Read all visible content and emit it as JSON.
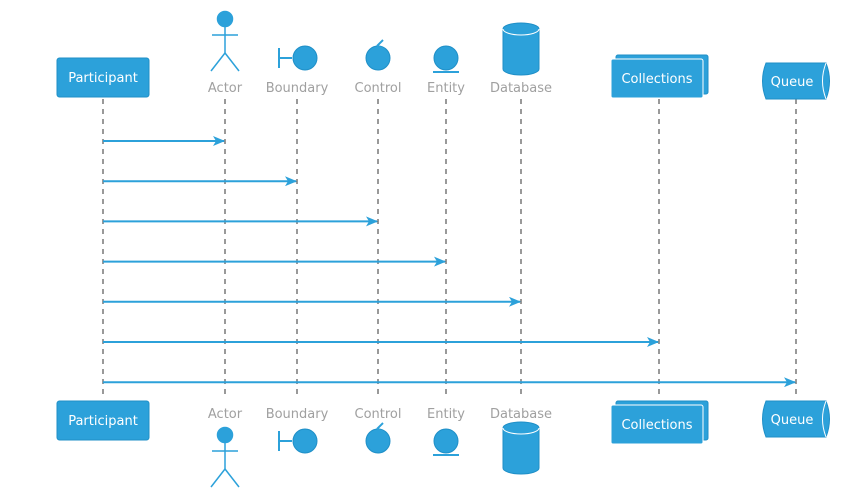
{
  "diagram": {
    "participants": [
      {
        "id": "participant",
        "kind": "participant",
        "label": "Participant"
      },
      {
        "id": "actor",
        "kind": "actor",
        "label": "Actor"
      },
      {
        "id": "boundary",
        "kind": "boundary",
        "label": "Boundary"
      },
      {
        "id": "control",
        "kind": "control",
        "label": "Control"
      },
      {
        "id": "entity",
        "kind": "entity",
        "label": "Entity"
      },
      {
        "id": "database",
        "kind": "database",
        "label": "Database"
      },
      {
        "id": "collections",
        "kind": "collections",
        "label": "Collections"
      },
      {
        "id": "queue",
        "kind": "queue",
        "label": "Queue"
      }
    ],
    "messages": [
      {
        "from": "participant",
        "to": "actor"
      },
      {
        "from": "participant",
        "to": "boundary"
      },
      {
        "from": "participant",
        "to": "control"
      },
      {
        "from": "participant",
        "to": "entity"
      },
      {
        "from": "participant",
        "to": "database"
      },
      {
        "from": "participant",
        "to": "collections"
      },
      {
        "from": "participant",
        "to": "queue"
      }
    ],
    "colors": {
      "accent": "#2ca1da",
      "accent_border": "#1f8fc7",
      "lifeline": "#333333",
      "label_gray": "#a0a0a0",
      "background": "#ffffff"
    }
  }
}
